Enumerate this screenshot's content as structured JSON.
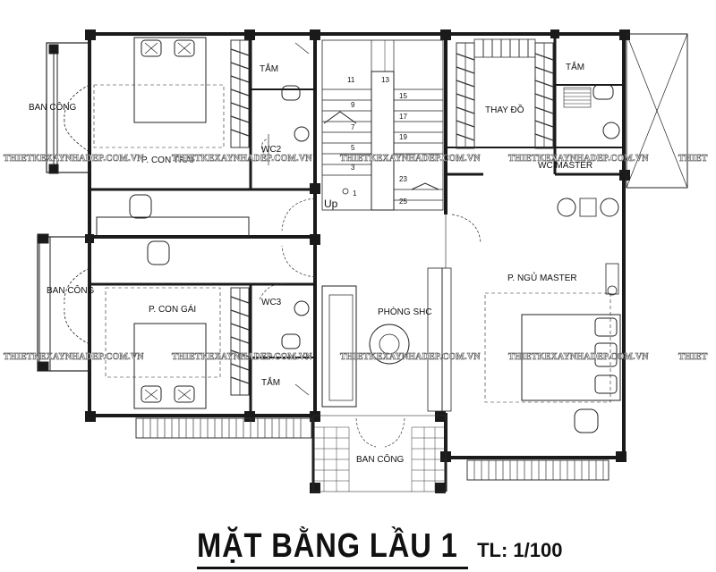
{
  "colors": {
    "wall": "#1a1a1a",
    "line": "#222222",
    "thin": "#555555",
    "hatch": "#333333",
    "watermark_stroke": "#6a6a6a"
  },
  "rooms": {
    "balcony_left_top": "BAN CÔNG",
    "bedroom_son": "P. CON TRAI",
    "bath_top_left": "TẮM",
    "wc2": "WC2",
    "balcony_left_bottom": "BAN CÔNG",
    "bedroom_daughter": "P. CON GÁI",
    "wc3": "WC3",
    "bath_bottom_left": "TẮM",
    "closet": "THAY ĐỒ",
    "bath_master": "TẮM",
    "wc_master": "WC MASTER",
    "master_bedroom": "P. NGỦ MASTER",
    "family_room": "PHÒNG SHC",
    "balcony_bottom": "BAN CÔNG"
  },
  "stairs": {
    "up_label": "Up",
    "steps_left": [
      "1",
      "3",
      "5",
      "7",
      "9",
      "11"
    ],
    "steps_right": [
      "13",
      "15",
      "17",
      "19"
    ],
    "steps_bottom": [
      "23",
      "25"
    ]
  },
  "watermark": {
    "text": "THIETKEXAYNHADEP.COM.VN",
    "partial_start": "THIETKEXAYNHADEP.COM.VN",
    "partial_end": "THIET"
  },
  "title": {
    "main": "MẶT BẰNG LẦU 1",
    "scale": "TL: 1/100"
  }
}
